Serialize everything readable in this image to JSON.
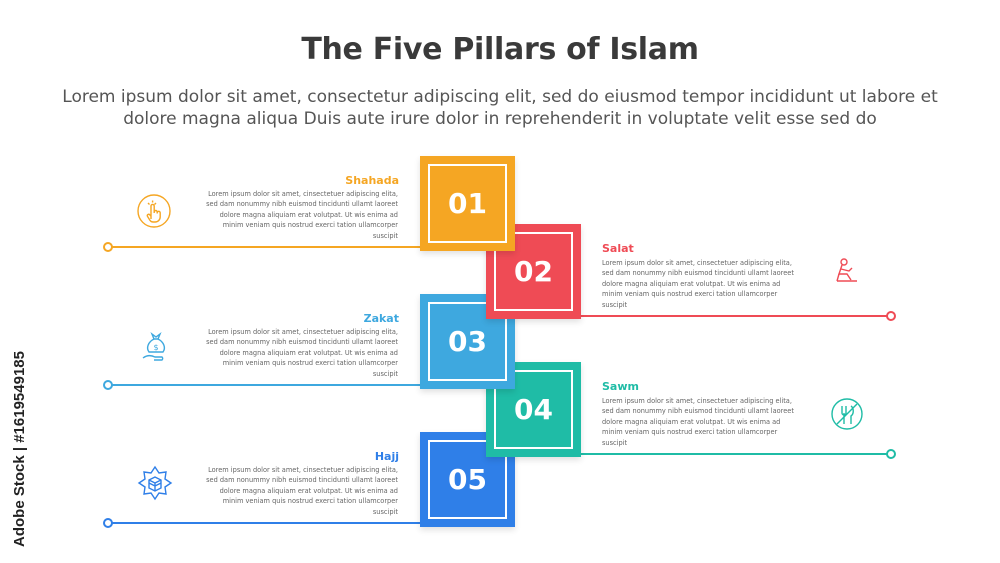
{
  "header": {
    "title": "The Five Pillars of Islam",
    "subtitle": "Lorem ipsum dolor sit amet, consectetur adipiscing elit, sed do eiusmod tempor incididunt ut labore et dolore magna aliqua Duis aute irure dolor in reprehenderit in voluptate velit esse sed do"
  },
  "pillars": [
    {
      "number": "01",
      "label": "Shahada",
      "color": "#f5a623",
      "icon": "pointing-hand-icon",
      "description": "Lorem ipsum dolor sit amet, cinsectetuer adipiscing elita, sed dam nonummy nibh euismod tincidunti ullamt laoreet dolore magna aliquiam erat volutpat. Ut wis enima ad minim veniam quis nostrud exerci tation ullamcorper suscipit"
    },
    {
      "number": "02",
      "label": "Salat",
      "color": "#ef4b55",
      "icon": "praying-person-icon",
      "description": "Lorem ipsum dolor sit amet, cinsectetuer adipiscing elita, sed dam nonummy nibh euismod tincidunti ullamt laoreet dolore magna aliquiam erat volutpat. Ut wis enima ad minim veniam quis nostrud exerci tation ullamcorper suscipit"
    },
    {
      "number": "03",
      "label": "Zakat",
      "color": "#3ea8df",
      "icon": "charity-money-bag-icon",
      "description": "Lorem ipsum dolor sit amet, cinsectetuer adipiscing elita, sed dam nonummy nibh euismod tincidunti ullamt laoreet dolore magna aliquiam erat volutpat. Ut wis enima ad minim veniam quis nostrud exerci tation ullamcorper suscipit"
    },
    {
      "number": "04",
      "label": "Sawm",
      "color": "#1fbca6",
      "icon": "no-eating-icon",
      "description": "Lorem ipsum dolor sit amet, cinsectetuer adipiscing elita, sed dam nonummy nibh euismod tincidunti ullamt laoreet dolore magna aliquiam erat volutpat. Ut wis enima ad minim veniam quis nostrud exerci tation ullamcorper suscipit"
    },
    {
      "number": "05",
      "label": "Hajj",
      "color": "#2f7fe8",
      "icon": "kaaba-star-icon",
      "description": "Lorem ipsum dolor sit amet, cinsectetuer adipiscing elita, sed dam nonummy nibh euismod tincidunti ullamt laoreet dolore magna aliquiam erat volutpat. Ut wis enima ad minim veniam quis nostrud exerci tation ullamcorper suscipit"
    }
  ],
  "watermark": {
    "text": "Adobe Stock | #1619549185"
  }
}
